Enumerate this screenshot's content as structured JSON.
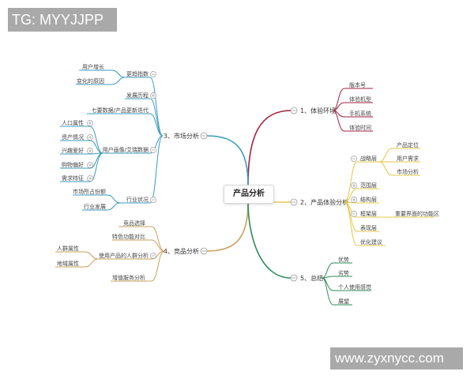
{
  "watermarks": {
    "top_left": "TG: MYYJJPP",
    "bottom_right": "www.zyxnycc.com"
  },
  "colors": {
    "branch1": "#a3213f",
    "branch2": "#e6c84a",
    "branch3": "#3a9bbf",
    "branch4": "#c9a05a",
    "branch5": "#2e8b5a",
    "collapse_icon": "#999999"
  },
  "mindmap": {
    "root": "产品分析",
    "branch1": {
      "label": "1、体验环境",
      "children": [
        "版本号",
        "体验机型",
        "手机系统",
        "体验时间"
      ]
    },
    "branch2": {
      "label": "2、产品体验分析",
      "children": [
        {
          "label": "战略层",
          "children": [
            "产品定位",
            "用户需求",
            "市场分析"
          ]
        },
        {
          "label": "范围层"
        },
        {
          "label": "结构层"
        },
        {
          "label": "框架层",
          "children": [
            "重要界面的功能区"
          ]
        },
        {
          "label": "表现层"
        },
        {
          "label": "优化建议"
        }
      ]
    },
    "branch3": {
      "label": "3、市场分析",
      "children": [
        {
          "label": "更趋指数",
          "children": [
            "用户增长",
            "变化的原因"
          ]
        },
        {
          "label": "发展历程"
        },
        {
          "label": "七要数据/产品更新迭代"
        },
        {
          "label": "用户画像/艾瑞数据",
          "children": [
            "人口属性",
            "资产情况",
            "兴趣爱好",
            "购物偏好",
            "需求特征"
          ]
        },
        {
          "label": "行业状况",
          "children": [
            "市场所占份额",
            "行业发展"
          ]
        }
      ]
    },
    "branch4": {
      "label": "4、竞品分析",
      "children": [
        {
          "label": "竞品选择"
        },
        {
          "label": "特色功能对比"
        },
        {
          "label": "使用产品的人群分析",
          "children": [
            "人群属性",
            "地域属性"
          ]
        },
        {
          "label": "增值服务分析"
        }
      ]
    },
    "branch5": {
      "label": "5、总结",
      "children": [
        "优势",
        "劣势",
        "个人使用感觉",
        "展望"
      ]
    }
  }
}
